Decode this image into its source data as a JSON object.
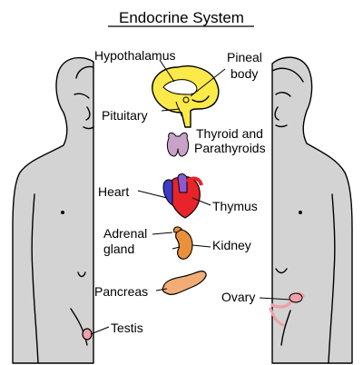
{
  "title": "Endocrine System",
  "labels": {
    "hypothalamus": "Hypothalamus",
    "pineal_line1": "Pineal",
    "pineal_line2": "body",
    "pituitary": "Pituitary",
    "thyroid_line1": "Thyroid and",
    "thyroid_line2": "Parathyroids",
    "heart": "Heart",
    "thymus": "Thymus",
    "adrenal_line1": "Adrenal",
    "adrenal_line2": "gland",
    "kidney": "Kidney",
    "pancreas": "Pancreas",
    "ovary": "Ovary",
    "testis": "Testis"
  },
  "colors": {
    "skin": "#d3d3d3",
    "brain": "#fce94a",
    "brain_highlight": "#ffffff",
    "thyroid": "#c8a2c8",
    "heart_red": "#e8242a",
    "heart_blue": "#3b3bc8",
    "heart_purple": "#8a5bd0",
    "kidney": "#e9903a",
    "pancreas": "#f2ad76",
    "ovary": "#f0a0a8",
    "testis": "#f0a0a8"
  }
}
